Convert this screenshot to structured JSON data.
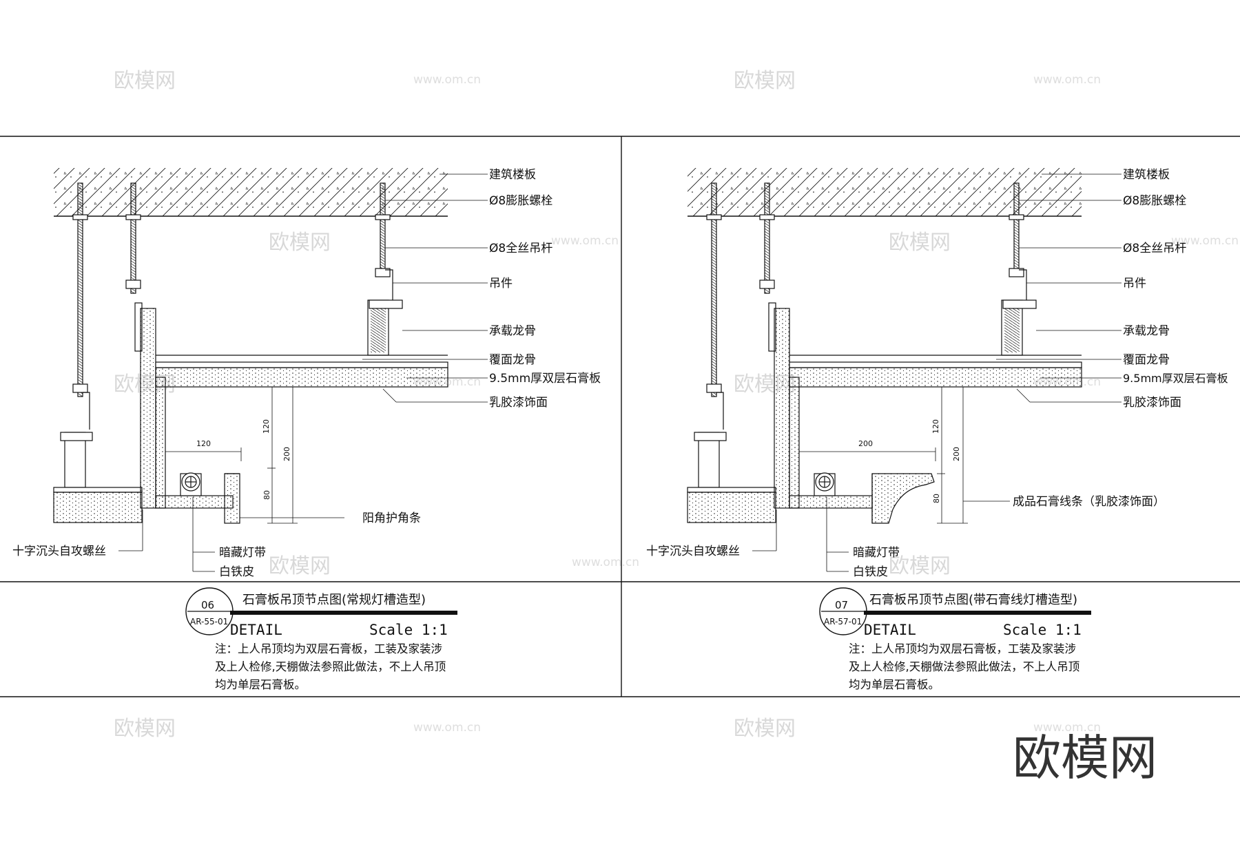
{
  "watermark": {
    "brand": "欧模网",
    "url": "www.om.cn"
  },
  "logo": "欧模网",
  "details": [
    {
      "id": "detail-06",
      "number": "06",
      "sheet": "AR-55-01",
      "title": "石膏板吊顶节点图(常规灯槽造型)",
      "detail_label": "DETAIL",
      "scale_label": "Scale 1:1",
      "note_lines": [
        "注：上人吊顶均为双层石膏板，工装及家装涉",
        "及上人检修,天棚做法参照此做法，不上人吊顶",
        "均为单层石膏板。"
      ],
      "callouts": [
        "建筑楼板",
        "Ø8膨胀螺栓",
        "Ø8全丝吊杆",
        "吊件",
        "承载龙骨",
        "覆面龙骨",
        "9.5mm厚双层石膏板",
        "乳胶漆饰面"
      ],
      "edge_label": "阳角护角条",
      "bottom_labels": [
        "十字沉头自攻螺丝",
        "暗藏灯带",
        "白铁皮"
      ],
      "dims": {
        "width": "120",
        "upper": "120",
        "total": "200",
        "lower": "80"
      }
    },
    {
      "id": "detail-07",
      "number": "07",
      "sheet": "AR-57-01",
      "title": "石膏板吊顶节点图(带石膏线灯槽造型)",
      "detail_label": "DETAIL",
      "scale_label": "Scale 1:1",
      "note_lines": [
        "注：上人吊顶均为双层石膏板，工装及家装涉",
        "及上人检修,天棚做法参照此做法，不上人吊顶",
        "均为单层石膏板。"
      ],
      "callouts": [
        "建筑楼板",
        "Ø8膨胀螺栓",
        "Ø8全丝吊杆",
        "吊件",
        "承载龙骨",
        "覆面龙骨",
        "9.5mm厚双层石膏板",
        "乳胶漆饰面"
      ],
      "edge_label": "成品石膏线条（乳胶漆饰面）",
      "bottom_labels": [
        "十字沉头自攻螺丝",
        "暗藏灯带",
        "白铁皮"
      ],
      "dims": {
        "width": "200",
        "upper": "120",
        "total": "200",
        "lower": "80"
      }
    }
  ]
}
